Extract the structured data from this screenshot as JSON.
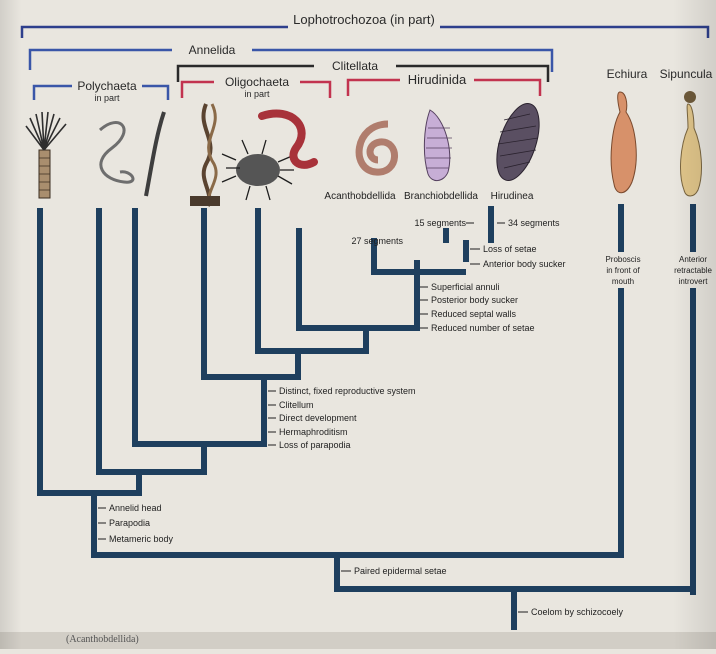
{
  "groups": {
    "lophotrochozoa": "Lophotrochozoa (in part)",
    "annelida": "Annelida",
    "clitellata": "Clitellata",
    "polychaeta": "Polychaeta",
    "polychaeta_note": "in part",
    "oligochaeta": "Oligochaeta",
    "oligochaeta_note": "in part",
    "hirudinida": "Hirudinida",
    "echiura": "Echiura",
    "sipuncula": "Sipuncula"
  },
  "taxa": {
    "acanthobdellida": "Acanthobdellida",
    "branchiobdellida": "Branchiobdellida",
    "hirudinea": "Hirudinea"
  },
  "segments": {
    "s15": "15 segments",
    "s34": "34 segments",
    "s27": "27 segments"
  },
  "characters": {
    "hirudinea": [
      "Loss of setae",
      "Anterior body sucker"
    ],
    "hirudinida": [
      "Superficial annuli",
      "Posterior body sucker",
      "Reduced septal walls",
      "Reduced number of setae"
    ],
    "clitellata": [
      "Distinct, fixed reproductive system",
      "Clitellum",
      "Direct development",
      "Hermaphroditism",
      "Loss of parapodia"
    ],
    "annelida": [
      "Annelid head",
      "Parapodia",
      "Metameric body"
    ],
    "setae": "Paired epidermal setae",
    "schizocoely": "Coelom by schizocoely",
    "echiura": [
      "Proboscis",
      "in front of",
      "mouth"
    ],
    "sipuncula": [
      "Anterior",
      "retractable",
      "introvert"
    ]
  },
  "caption": "(Acanthobdellida)",
  "colors": {
    "tree": "#1e3f5e",
    "lophotrochozoa": "#2e3f8c",
    "annelida": "#3a56a8",
    "clitellata": "#2a2a2a",
    "oligochaeta": "#c2334f",
    "hirudinida": "#c2334f",
    "page": "#e9e6df"
  }
}
